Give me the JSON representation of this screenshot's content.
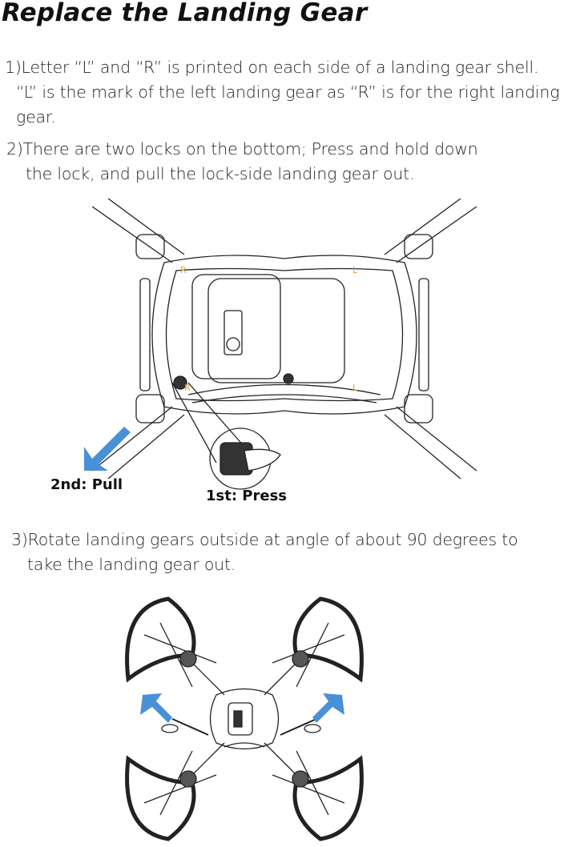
{
  "title": "Replace the Landing Gear",
  "steps": [
    {
      "lines": [
        "1)Letter “L” and “R” is printed on each side of a landing gear shell.",
        "“L” is the mark of the left landing gear as “R” is for the right landing",
        "gear."
      ]
    },
    {
      "lines": [
        "2)There are two locks on the bottom; Press and hold down",
        "the lock, and pull the lock-side landing gear out."
      ]
    },
    {
      "lines": [
        "3)Rotate landing gears outside at angle of about 90 degrees to",
        "take the landing gear out."
      ]
    }
  ],
  "figure1": {
    "pull_label": "2nd: Pull",
    "press_label": "1st: Press",
    "shell_marks": [
      "R",
      "L",
      "R",
      "L"
    ],
    "arrow_color": "#4a90d9"
  },
  "figure2": {
    "arrow_color": "#4a90d9"
  }
}
